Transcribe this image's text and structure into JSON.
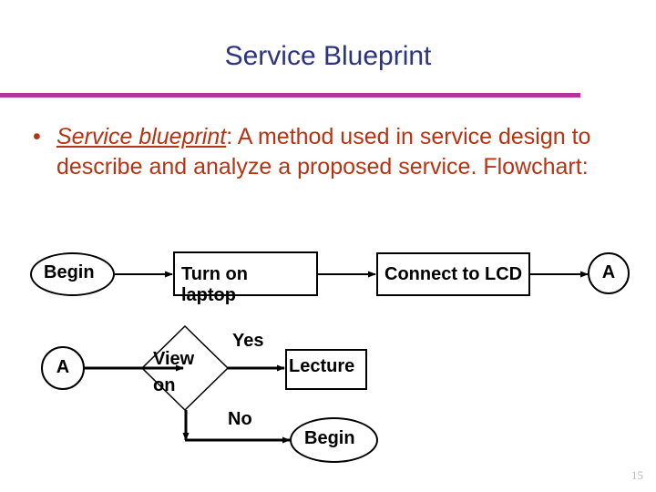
{
  "slide": {
    "title": "Service Blueprint",
    "page_number": "15",
    "accent_rule_color": "#b5339a",
    "title_color": "#2c3480",
    "body_color": "#b63313"
  },
  "body": {
    "bullet_marker": "•",
    "term": "Service blueprint",
    "definition": ": A method used in service design to describe and analyze a proposed service. Flowchart:"
  },
  "flowchart": {
    "nodes": [
      {
        "id": "begin-top",
        "shape": "ellipse",
        "label": "Begin"
      },
      {
        "id": "turn-on-laptop",
        "shape": "rect",
        "label_line1": "Turn on",
        "label_line2": "laptop"
      },
      {
        "id": "connect-to-lcd",
        "shape": "rect",
        "label": "Connect to LCD"
      },
      {
        "id": "connector-a-top",
        "shape": "circle",
        "label": "A"
      },
      {
        "id": "connector-a-bot",
        "shape": "circle",
        "label": "A"
      },
      {
        "id": "view-on",
        "shape": "diamond",
        "label_line1": "View",
        "label_line2": "on"
      },
      {
        "id": "lecture",
        "shape": "rect",
        "label": "Lecture"
      },
      {
        "id": "begin-bottom",
        "shape": "ellipse",
        "label": "Begin"
      }
    ],
    "edge_labels": {
      "yes": "Yes",
      "no": "No"
    }
  }
}
